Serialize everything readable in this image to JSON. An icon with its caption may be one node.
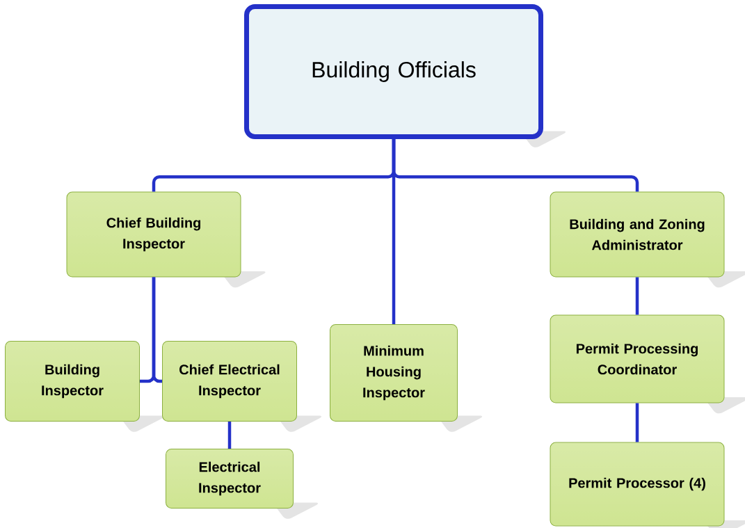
{
  "diagram": {
    "nodes": [
      {
        "text": [
          "Building Officials"
        ]
      },
      {
        "text": [
          "Chief Building Inspector"
        ]
      },
      {
        "text": [
          "Minimum Housing Inspector"
        ]
      },
      {
        "text": [
          "Building and Zoning Administrator"
        ]
      },
      {
        "text": [
          "Building Inspector"
        ]
      },
      {
        "text": [
          "Chief Electrical Inspector"
        ]
      },
      {
        "text": [
          "Electrical Inspector"
        ]
      },
      {
        "text": [
          "Permit Processing Coordinator"
        ]
      },
      {
        "text": [
          "Permit Processor (4)"
        ]
      }
    ],
    "edges": [
      {
        "from": 0,
        "to": 1,
        "arrow": "none"
      },
      {
        "from": 0,
        "to": 2,
        "arrow": "none"
      },
      {
        "from": 0,
        "to": 3,
        "arrow": "none"
      },
      {
        "from": 1,
        "to": 4,
        "arrow": "none"
      },
      {
        "from": 1,
        "to": 5,
        "arrow": "none"
      },
      {
        "from": 5,
        "to": 6,
        "arrow": "none"
      },
      {
        "from": 3,
        "to": 7,
        "arrow": "none"
      },
      {
        "from": 7,
        "to": 8,
        "arrow": "none"
      }
    ]
  }
}
